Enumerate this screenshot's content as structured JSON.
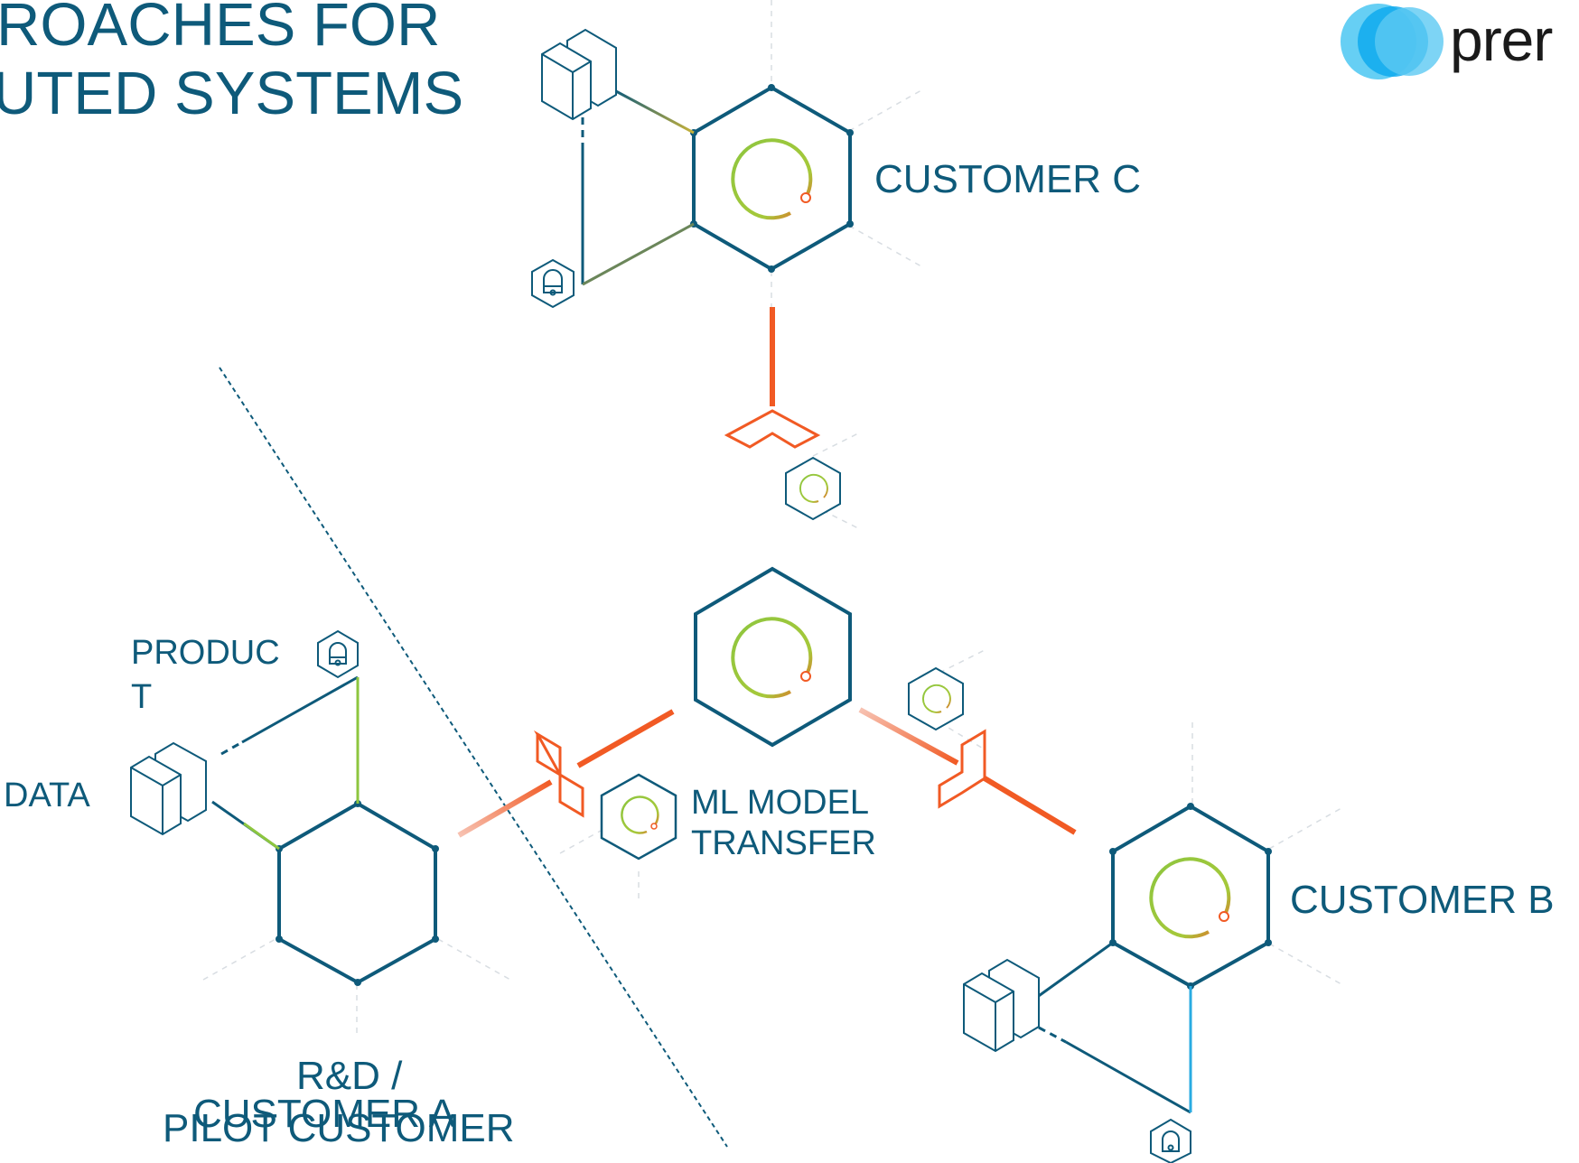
{
  "title": {
    "line1": "ROACHES FOR",
    "line2": "UTED SYSTEMS"
  },
  "brand": {
    "wordmark": "prer",
    "logo_colors": [
      "#33bff0",
      "#0aa8ee"
    ]
  },
  "nodes": {
    "customer_c": "CUSTOMER C",
    "customer_b": "CUSTOMER B",
    "customer_a": "CUSTOMER A",
    "rnd": "R&D /",
    "pilot": "PILOT CUSTOMER"
  },
  "labels": {
    "product_line1": "PRODUC",
    "product_line2": "T",
    "data": "DATA",
    "ml_line1": "ML MODEL",
    "ml_line2": "TRANSFER"
  },
  "colors": {
    "primary": "#0e5a7a",
    "accent": "#f15a24",
    "accent_light": "#f7a38a",
    "green": "#8dc63f",
    "light_blue": "#29abe2"
  }
}
